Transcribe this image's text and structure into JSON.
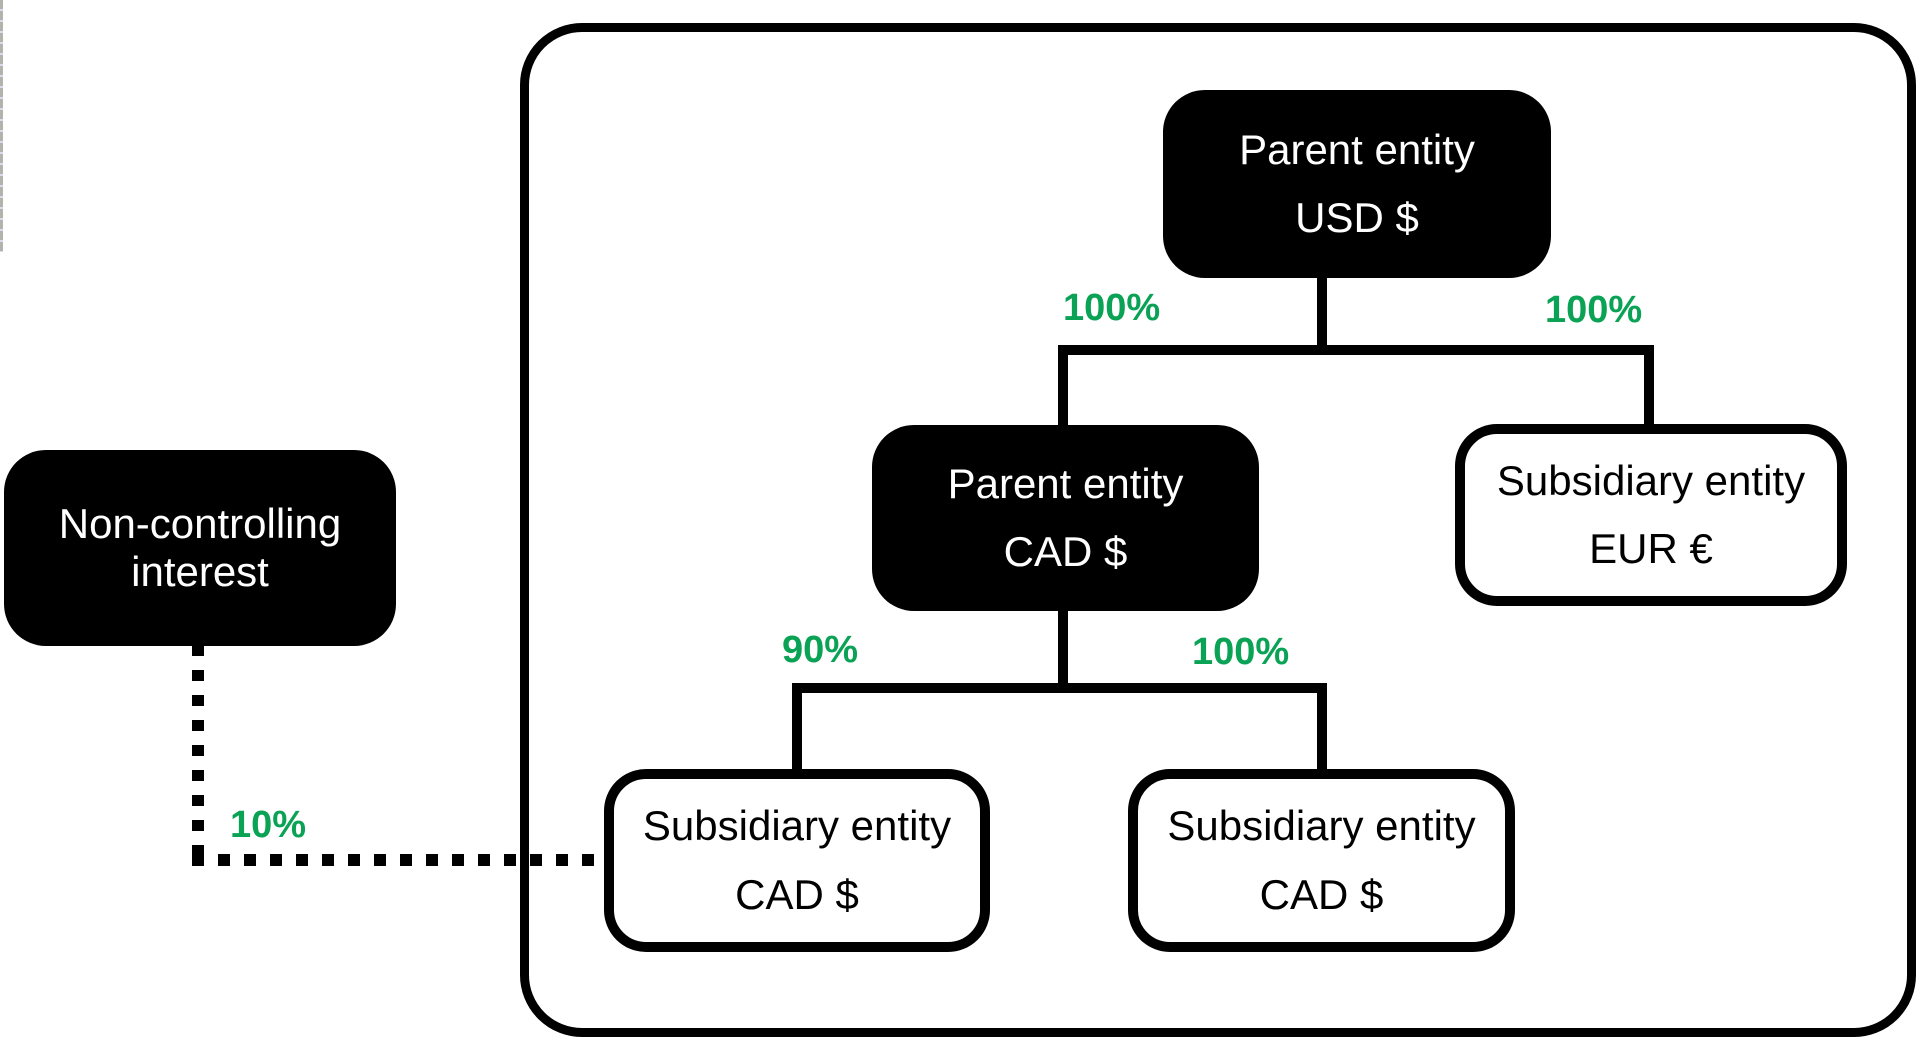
{
  "colors": {
    "node_fill_black": "#000000",
    "node_text_white": "#ffffff",
    "node_text_black": "#000000",
    "line_black": "#000000",
    "accent_green": "#0aa254"
  },
  "nodes": {
    "parent_usd": {
      "line1": "Parent entity",
      "line2": "USD $"
    },
    "parent_cad": {
      "line1": "Parent entity",
      "line2": "CAD $"
    },
    "sub_eur": {
      "line1": "Subsidiary entity",
      "line2": "EUR €"
    },
    "sub_cad_left": {
      "line1": "Subsidiary entity",
      "line2": "CAD $"
    },
    "sub_cad_right": {
      "line1": "Subsidiary entity",
      "line2": "CAD $"
    },
    "nci": {
      "label": "Non-controlling interest"
    }
  },
  "ownership_labels": {
    "usd_to_cad": "100%",
    "usd_to_eur": "100%",
    "cad_to_sub_left": "90%",
    "cad_to_sub_right": "100%",
    "nci_to_sub_left": "10%"
  }
}
